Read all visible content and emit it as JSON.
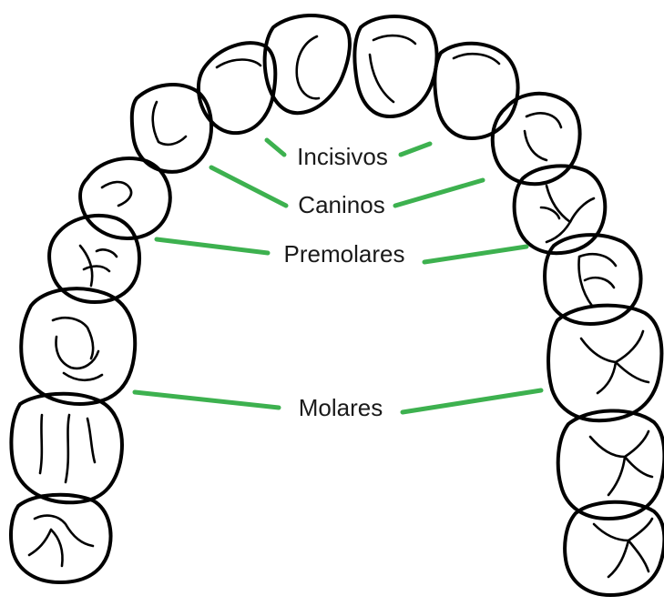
{
  "colors": {
    "leader_line": "#3db14f",
    "tooth_outline": "#000000",
    "background": "#ffffff"
  },
  "labels": {
    "incisors": "Incisivos",
    "canines": "Caninos",
    "premolars": "Premolares",
    "molars": "Molares"
  }
}
